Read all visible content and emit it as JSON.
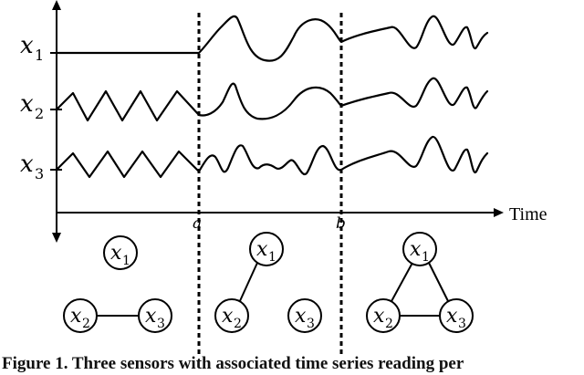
{
  "series_labels": {
    "x1": {
      "var": "x",
      "sub": "1"
    },
    "x2": {
      "var": "x",
      "sub": "2"
    },
    "x3": {
      "var": "x",
      "sub": "3"
    }
  },
  "axis": {
    "time_label": "Time",
    "marker_a": "a",
    "marker_b": "b"
  },
  "nodes": {
    "x1": {
      "var": "x",
      "sub": "1"
    },
    "x2": {
      "var": "x",
      "sub": "2"
    },
    "x3": {
      "var": "x",
      "sub": "3"
    }
  },
  "caption": "Figure 1. Three sensors with associated time series reading per"
}
